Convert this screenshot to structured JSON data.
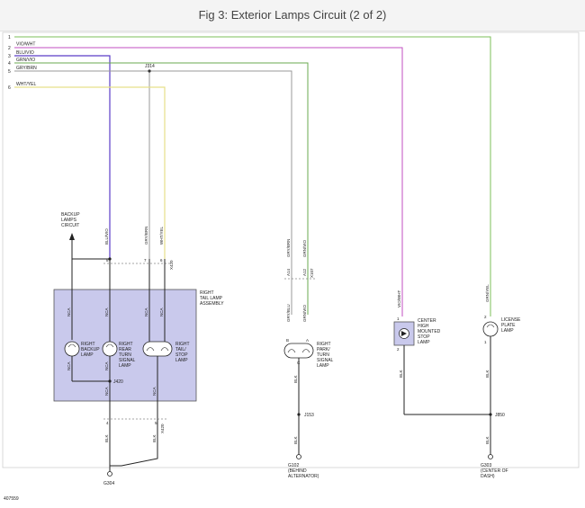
{
  "title": "Fig 3: Exterior Lamps Circuit (2 of 2)",
  "figure_id": "407559",
  "colors": {
    "vio": "#c04fc0",
    "blu_vio": "#5a3cc8",
    "grn_vio": "#6aa84f",
    "gry_brn": "#9a9a9a",
    "wht_yel": "#e6e08a",
    "blk": "#222222",
    "grn": "#7cbf5a",
    "assembly_fill": "#c9c9ec"
  },
  "wires": {
    "w1": {
      "num": "1",
      "label": ""
    },
    "w2": {
      "num": "2",
      "label": "VIO/WHT"
    },
    "w3": {
      "num": "3",
      "label": "BLU/VIO"
    },
    "w4": {
      "num": "4",
      "label": "GRN/VIO"
    },
    "w5": {
      "num": "5",
      "label": "GRY/BRN"
    },
    "w6": {
      "num": "6",
      "label": "WHT/YEL"
    }
  },
  "splices": {
    "j314": "J314",
    "j420": "J420",
    "j153": "J153",
    "j850": "J850"
  },
  "backup_ref": {
    "line1": "BACKUP",
    "line2": "LAMPS",
    "line3": "CIRCUIT"
  },
  "assembly": {
    "line1": "RIGHT",
    "line2": "TAIL LAMP",
    "line3": "ASSEMBLY"
  },
  "vert_labels": {
    "blu_vio": "BLU/VIO",
    "gry_brn": "GRY/BRN",
    "wht_yel": "WHT/YEL",
    "x420a": "X420",
    "x420b": "X420",
    "x420c": "X420",
    "nca": "NCA",
    "blk": "BLK",
    "a14": "A14",
    "a12": "A12",
    "x107": "X107",
    "gry_blu": "GRY/BLU",
    "grn_vio": "GRN/VIO",
    "vio_wht": "VIO/WHT",
    "grn_yel": "GRN/YEL"
  },
  "pins": {
    "p8": "8",
    "p7": "7",
    "p6": "6",
    "p4": "4",
    "p5": "5",
    "pB": "B",
    "pA": "A",
    "pC": "C",
    "p1": "1",
    "p2": "2"
  },
  "lamps": {
    "backup": {
      "l1": "RIGHT",
      "l2": "BACKUP",
      "l3": "LAMP"
    },
    "rear_turn": {
      "l1": "RIGHT",
      "l2": "REAR",
      "l3": "TURN",
      "l4": "SIGNAL",
      "l5": "LAMP"
    },
    "tail_stop": {
      "l1": "RIGHT",
      "l2": "TAIL/",
      "l3": "STOP",
      "l4": "LAMP"
    },
    "park_turn": {
      "l1": "RIGHT",
      "l2": "PARK/",
      "l3": "TURN",
      "l4": "SIGNAL",
      "l5": "LAMP"
    },
    "chmsl": {
      "l1": "CENTER",
      "l2": "HIGH",
      "l3": "MOUNTED",
      "l4": "STOP",
      "l5": "LAMP"
    },
    "license": {
      "l1": "LICENSE",
      "l2": "PLATE",
      "l3": "LAMP"
    }
  },
  "grounds": {
    "g304": {
      "l1": "G304"
    },
    "g102": {
      "l1": "G102",
      "l2": "(BEHIND",
      "l3": "ALTERNATOR)"
    },
    "g303": {
      "l1": "G303",
      "l2": "(CENTER OF",
      "l3": "DASH)"
    }
  }
}
